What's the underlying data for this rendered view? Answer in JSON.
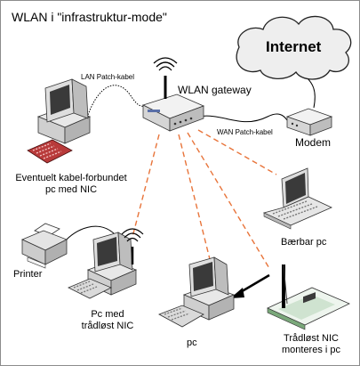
{
  "title": "WLAN i \"infrastruktur-mode\"",
  "internet": "Internet",
  "gateway": "WLAN gateway",
  "modem": "Modem",
  "lan_cable": "LAN Patch-kabel",
  "wan_cable": "WAN Patch-kabel",
  "wired_pc": [
    "Eventuelt kabel-forbundet",
    "pc med NIC"
  ],
  "laptop": "Bærbar pc",
  "printer": "Printer",
  "wireless_pc": [
    "Pc med",
    "trådløst NIC"
  ],
  "pc": "pc",
  "nic_card": [
    "Trådløst NIC",
    "monteres i pc"
  ],
  "colors": {
    "wireless_link": "#e8743a",
    "cable": "#000000",
    "cloud_fill": "#eeeeee"
  }
}
